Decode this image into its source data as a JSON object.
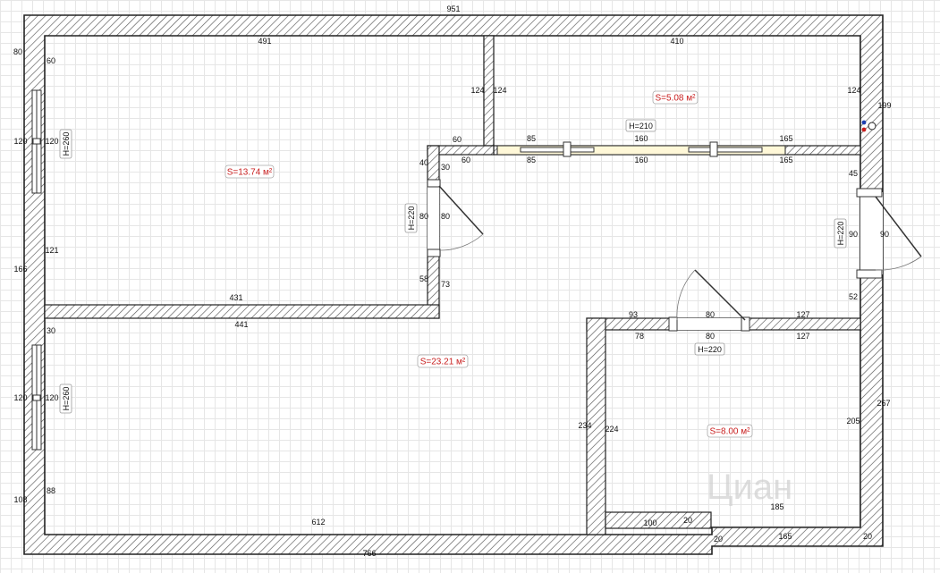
{
  "rooms": [
    {
      "id": "room-top-left",
      "area": "S=13.74 м²"
    },
    {
      "id": "room-top-right",
      "area": "S=5.08 м²"
    },
    {
      "id": "room-main",
      "area": "S=23.21 м²"
    },
    {
      "id": "room-bottom-right",
      "area": "S=8.00 м²"
    }
  ],
  "heights": {
    "left_window_top": "H=260",
    "left_window_bottom": "H=260",
    "door_center": "H=220",
    "door_right": "H=220",
    "door_bottom": "H=220",
    "opening_top": "H=210"
  },
  "dims": {
    "top_outer": "951",
    "top_left_inner": "491",
    "top_right_inner": "410",
    "left_80": "80",
    "left_60": "60",
    "left_120a": "120",
    "left_120a_in": "120",
    "left_121": "121",
    "left_166": "166",
    "left_30": "30",
    "left_120b": "120",
    "left_120b_in": "120",
    "left_88": "88",
    "left_108": "108",
    "wall_124a": "124",
    "wall_124b": "124",
    "right_124": "124",
    "right_199": "199",
    "tl_60": "60",
    "tl_60b": "60",
    "tl_40": "40",
    "tl_30": "30",
    "door_80a": "80",
    "door_80b": "80",
    "tl_58": "58",
    "tl_73": "73",
    "tl_431": "431",
    "mid_441": "441",
    "part_85a": "85",
    "part_160a": "160",
    "part_165a": "165",
    "part_85b": "85",
    "part_160b": "160",
    "part_165b": "165",
    "right_45": "45",
    "right_90a": "90",
    "right_90b": "90",
    "right_52": "52",
    "br_93": "93",
    "br_80a": "80",
    "br_127a": "127",
    "br_78": "78",
    "br_80b": "80",
    "br_127b": "127",
    "br_234": "234",
    "br_224": "224",
    "br_205": "205",
    "right_267": "267",
    "bottom_612": "612",
    "bottom_766": "766",
    "br_100": "100",
    "br_20a": "20",
    "br_185": "185",
    "br_20b": "20",
    "br_165": "165",
    "br_20c": "20"
  },
  "watermark": "Циан"
}
